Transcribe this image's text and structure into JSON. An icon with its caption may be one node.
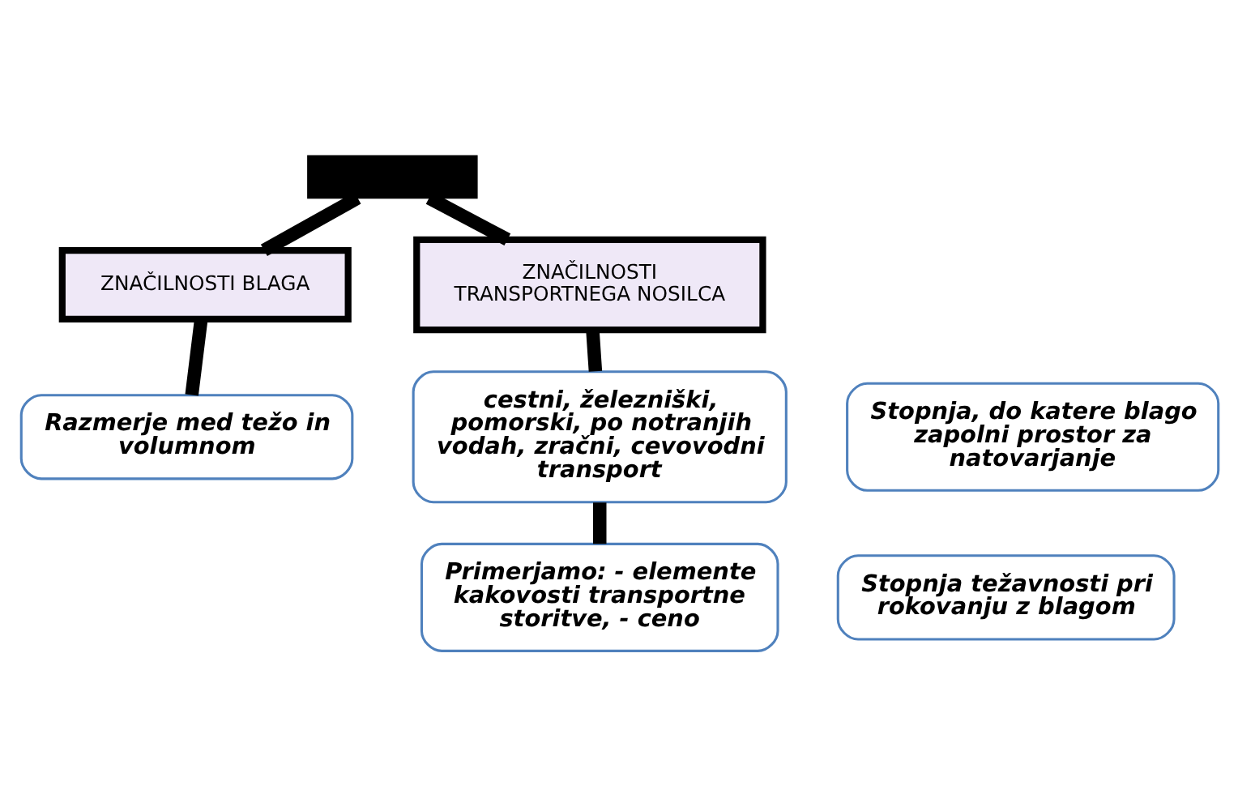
{
  "diagram": {
    "nodes": [
      {
        "text": [],
        "shape": "bar"
      },
      {
        "text": [
          "ZNAČILNOSTI BLAGA"
        ]
      },
      {
        "text": [
          "ZNAČILNOSTI TRANSPORTNEGA NOSILCA"
        ]
      },
      {
        "text": [
          "Razmerje med težo in volumnom"
        ]
      },
      {
        "text": [
          "Stopnja, do katere blago zapolni prostor za natovarjanje"
        ]
      },
      {
        "text": [
          "Stopnja težavnosti pri rokovanju z blagom"
        ]
      },
      {
        "text": [
          "cestni, železniški, pomorski, po notranjih vodah, zračni, cevovodni transport"
        ]
      },
      {
        "text": [
          "Primerjamo: - elemente kakovosti transportne storitve, - ceno"
        ]
      }
    ],
    "edges": [
      {
        "from": 0,
        "to": 1,
        "arrow": "none"
      },
      {
        "from": 0,
        "to": 2,
        "arrow": "none"
      },
      {
        "from": 1,
        "to": 3,
        "arrow": "none"
      },
      {
        "from": 2,
        "to": 6,
        "arrow": "none"
      },
      {
        "from": 6,
        "to": 7,
        "arrow": "none"
      }
    ]
  }
}
